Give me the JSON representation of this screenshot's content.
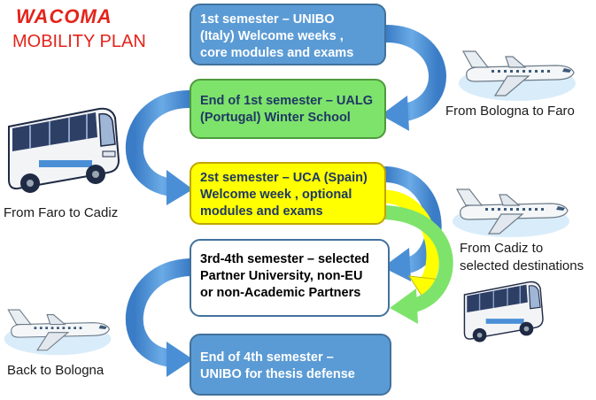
{
  "header": {
    "title": "WACOMA",
    "subtitle": "MOBILITY PLAN"
  },
  "steps": [
    {
      "lines": [
        "1st semester – UNIBO",
        "(Italy) Welcome weeks ,",
        "core modules and exams"
      ],
      "style": "blue"
    },
    {
      "lines": [
        "End of 1st semester – UALG",
        "(Portugal)  Winter School"
      ],
      "style": "green"
    },
    {
      "lines": [
        "2st semester – UCA (Spain)",
        "Welcome week , optional",
        "modules and exams"
      ],
      "style": "yellow"
    },
    {
      "lines": [
        "3rd-4th semester – selected",
        "Partner University, non-EU",
        "or non-Academic Partners"
      ],
      "style": "white"
    },
    {
      "lines": [
        "End of 4th semester –",
        "UNIBO for thesis defense"
      ],
      "style": "blue"
    }
  ],
  "captions": {
    "bologna_to_faro": "From Bologna to Faro",
    "faro_to_cadiz": "From Faro to Cadiz",
    "cadiz_line1": "From Cadiz to",
    "cadiz_line2": "selected destinations",
    "back_to_bologna": "Back to Bologna"
  },
  "colors": {
    "title": "#e3241b",
    "blue_box": "#5b9bd5",
    "green_box": "#7ee36b",
    "yellow_box": "#ffff00",
    "arrow_blue": "#4a8fd6",
    "arrow_yellow": "#ffff00",
    "arrow_green": "#7ee36b"
  },
  "icons": [
    "airplane-icon",
    "bus-icon"
  ]
}
